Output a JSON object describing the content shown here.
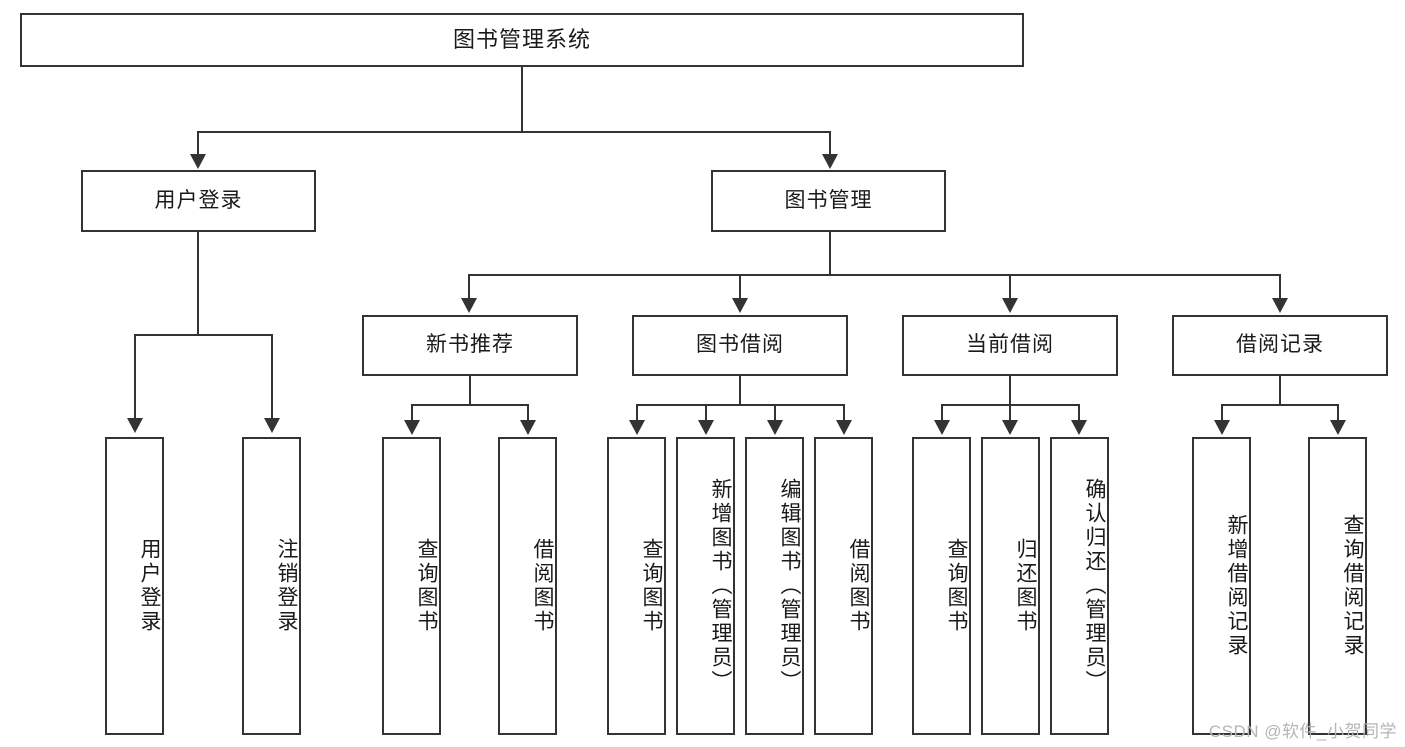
{
  "diagram": {
    "title": "图书管理系统",
    "root": {
      "label": "图书管理系统"
    },
    "level2": [
      {
        "label": "用户登录"
      },
      {
        "label": "图书管理"
      }
    ],
    "level3": [
      {
        "label": "新书推荐"
      },
      {
        "label": "图书借阅"
      },
      {
        "label": "当前借阅"
      },
      {
        "label": "借阅记录"
      }
    ],
    "leaves": {
      "user_login": [
        {
          "label": "用户登录"
        },
        {
          "label": "注销登录"
        }
      ],
      "new_book": [
        {
          "label": "查询图书"
        },
        {
          "label": "借阅图书"
        }
      ],
      "book_borrow": [
        {
          "label": "查询图书"
        },
        {
          "label": "新增图书（管理员）"
        },
        {
          "label": "编辑图书（管理员）"
        },
        {
          "label": "借阅图书"
        }
      ],
      "current_borrow": [
        {
          "label": "查询图书"
        },
        {
          "label": "归还图书"
        },
        {
          "label": "确认归还（管理员）"
        }
      ],
      "borrow_record": [
        {
          "label": "新增借阅记录"
        },
        {
          "label": "查询借阅记录"
        }
      ]
    },
    "watermark": "CSDN @软件_小贺同学",
    "colors": {
      "stroke": "#333333",
      "text": "#1a1a1a",
      "background": "#ffffff",
      "watermark": "#b5b5b5"
    }
  }
}
